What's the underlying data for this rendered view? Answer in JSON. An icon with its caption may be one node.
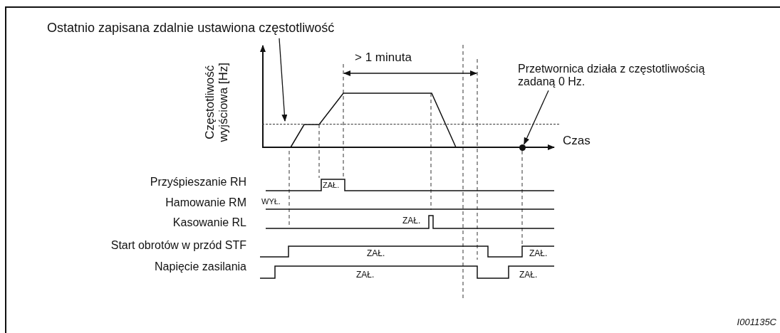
{
  "diagram": {
    "nodes": [
      {
        "text": [
          "Ostatnio zapisana zdalnie ustawiona częstotliwość"
        ]
      },
      {
        "text": [
          "Przetwornica działa z częstotliwością zadaną 0 Hz."
        ]
      },
      {
        "text": [],
        "shape": "circle"
      },
      {
        "text": [],
        "shape": "line"
      }
    ],
    "edges": [
      {
        "from": 0,
        "to": 3,
        "arrow": "to"
      },
      {
        "from": 1,
        "to": 2,
        "arrow": "to"
      }
    ],
    "labels": [
      "> 1 minuta",
      "Częstotliwość wyjściowa [Hz]",
      "Czas",
      "Przyśpieszanie RH",
      "ZAŁ.",
      "Hamowanie RM",
      "WYŁ.",
      "Kasowanie RL",
      "ZAŁ.",
      "Start obrotów w przód STF",
      "ZAŁ.",
      "ZAŁ.",
      "Napięcie zasilania",
      "ZAŁ.",
      "ZAŁ.",
      "I001135C"
    ]
  }
}
